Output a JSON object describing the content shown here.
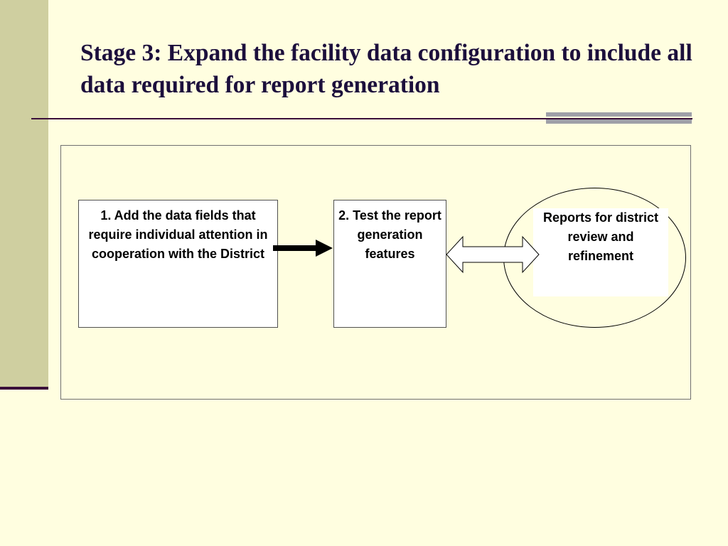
{
  "slide": {
    "title": "Stage 3: Expand the facility data configuration to include all data required for report generation"
  },
  "diagram": {
    "step1": "1. Add the data fields that require individual attention in cooperation with the District",
    "step2": "2. Test the report generation features",
    "outcome": "Reports for district review and refinement"
  },
  "colors": {
    "background": "#FFFEE0",
    "sidebar": "#CFCFA0",
    "title": "#1C0F3C",
    "rule": "#3A0F3A"
  }
}
